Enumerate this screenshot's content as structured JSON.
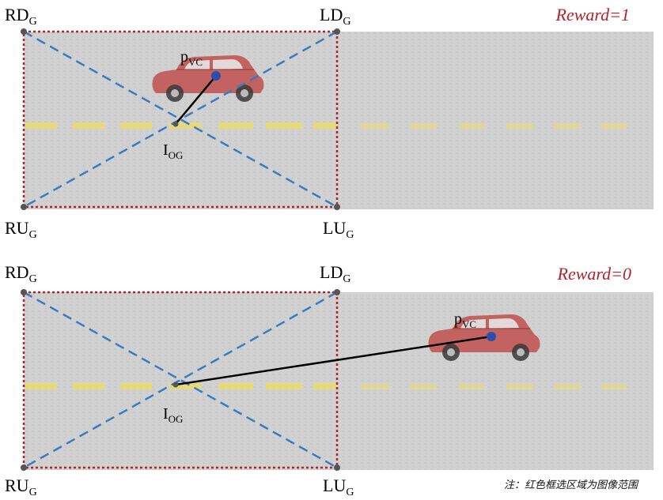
{
  "panels": [
    {
      "reward_label": "Reward=1",
      "corners": {
        "rd": {
          "main": "RD",
          "sub": "G"
        },
        "ld": {
          "main": "LD",
          "sub": "G"
        },
        "ru": {
          "main": "RU",
          "sub": "G"
        },
        "lu": {
          "main": "LU",
          "sub": "G"
        }
      },
      "image_center": {
        "main": "I",
        "sub": "OG"
      },
      "vehicle_point": {
        "main": "p",
        "sub": "VC"
      }
    },
    {
      "reward_label": "Reward=0",
      "corners": {
        "rd": {
          "main": "RD",
          "sub": "G"
        },
        "ld": {
          "main": "LD",
          "sub": "G"
        },
        "ru": {
          "main": "RU",
          "sub": "G"
        },
        "lu": {
          "main": "LU",
          "sub": "G"
        }
      },
      "image_center": {
        "main": "I",
        "sub": "OG"
      },
      "vehicle_point": {
        "main": "p",
        "sub": "VC"
      }
    }
  ],
  "note": "注：红色框选区域为图像范围",
  "colors": {
    "road": "#cfcfcf",
    "image_frame": "#b3232d",
    "diagonals": "#3a7bbf",
    "lane_marking": "#e9da6a",
    "car_body": "#c0504d",
    "vehicle_point": "#2a4fa8",
    "reward_text": "#b3232d"
  }
}
